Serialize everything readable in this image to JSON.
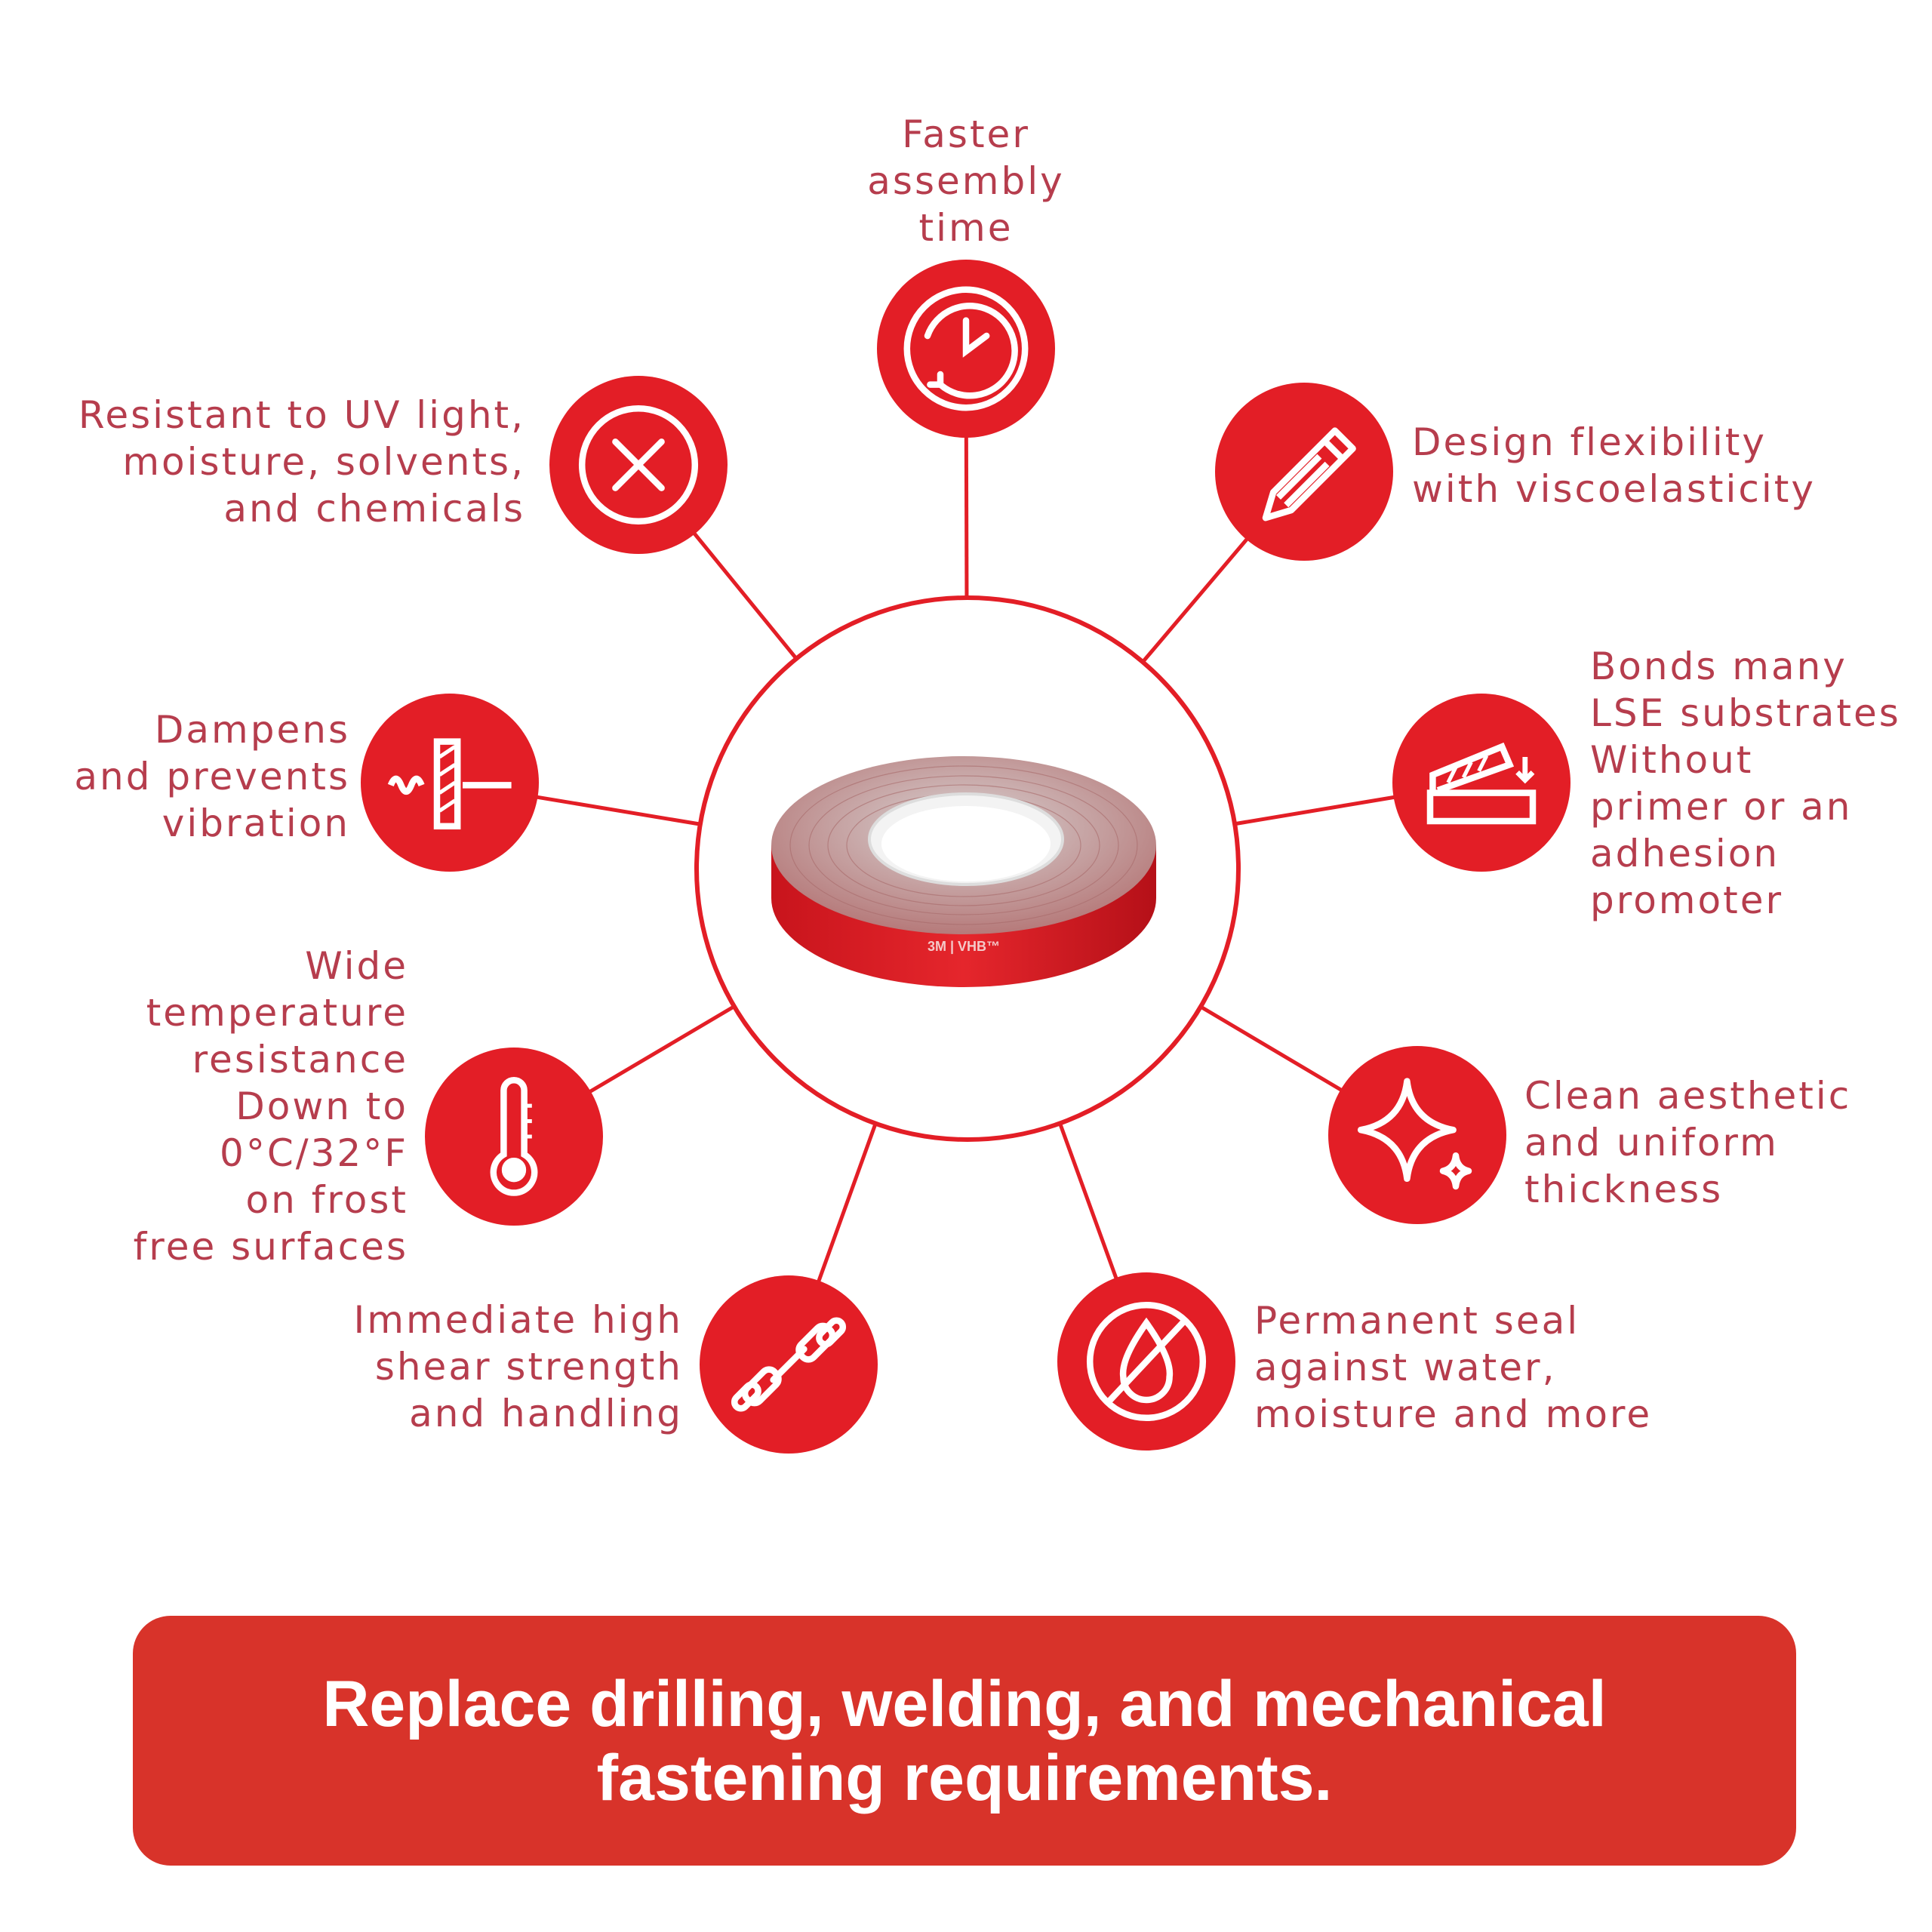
{
  "colors": {
    "accent": "#e31e26",
    "text": "#b63d4d",
    "banner": "#d8332a"
  },
  "features": [
    {
      "id": "assembly",
      "label": "Faster\nassembly\ntime",
      "icon": "clock-icon"
    },
    {
      "id": "resistant",
      "label": "Resistant to UV light,\nmoisture, solvents,\nand chemicals",
      "icon": "x-circle-icon"
    },
    {
      "id": "design",
      "label": "Design flexibility\nwith viscoelasticity",
      "icon": "pencil-icon"
    },
    {
      "id": "vibration",
      "label": "Dampens\nand prevents\nvibration",
      "icon": "vibration-icon"
    },
    {
      "id": "bonds",
      "label": "Bonds many\nLSE substrates\nWithout\nprimer or an\nadhesion\npromoter",
      "icon": "bond-icon"
    },
    {
      "id": "temperature",
      "label": "Wide\ntemperature\nresistance\nDown to\n0°C/32°F\non frost\nfree surfaces",
      "icon": "thermometer-icon"
    },
    {
      "id": "aesthetic",
      "label": "Clean aesthetic\nand uniform\nthickness",
      "icon": "sparkle-icon"
    },
    {
      "id": "shear",
      "label": "Immediate high\nshear strength\nand handling",
      "icon": "dumbbell-icon"
    },
    {
      "id": "seal",
      "label": "Permanent seal\nagainst water,\nmoisture and more",
      "icon": "no-water-icon"
    }
  ],
  "product": {
    "brand_print": "3M | VHB™"
  },
  "banner": {
    "text": "Replace drilling, welding, and mechanical\nfastening requirements."
  }
}
